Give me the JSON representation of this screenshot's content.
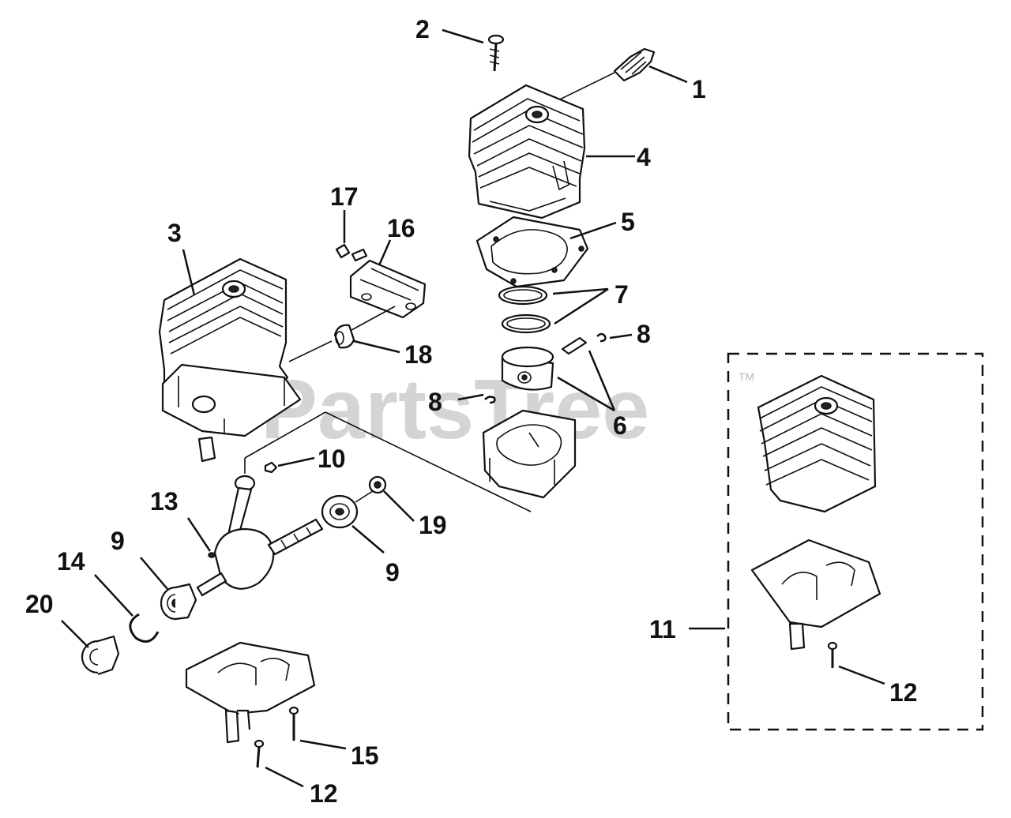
{
  "watermark": {
    "text": "PartsTree",
    "trademark": "TM"
  },
  "callouts": {
    "c1": "1",
    "c2": "2",
    "c3": "3",
    "c4": "4",
    "c5": "5",
    "c6": "6",
    "c7": "7",
    "c8a": "8",
    "c8b": "8",
    "c9a": "9",
    "c9b": "9",
    "c10": "10",
    "c11": "11",
    "c12a": "12",
    "c12b": "12",
    "c13": "13",
    "c14": "14",
    "c15": "15",
    "c16": "16",
    "c17": "17",
    "c18": "18",
    "c19": "19",
    "c20": "20"
  },
  "colors": {
    "ink": "#111111",
    "watermark": "#b8b8b8",
    "background": "#ffffff"
  }
}
